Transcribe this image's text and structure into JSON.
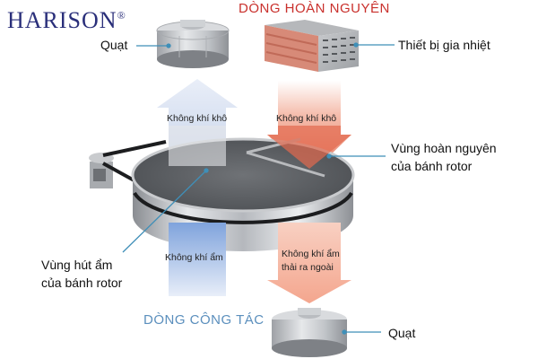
{
  "brand": {
    "logo_text": "HARISON",
    "registered": "®"
  },
  "titles": {
    "regeneration_flow": "DÒNG HOÀN NGUYÊN",
    "process_flow": "DÒNG CÔNG TÁC"
  },
  "labels": {
    "fan_top": "Quạt",
    "heater": "Thiết bị gia nhiệt",
    "regen_zone_line1": "Vùng hoàn nguyên",
    "regen_zone_line2": "của bánh rotor",
    "adsorption_zone_line1": "Vùng hút ẩm",
    "adsorption_zone_line2": "của bánh rotor",
    "fan_bottom": "Quạt"
  },
  "arrows": {
    "dry_air_out": "Không khí khô",
    "dry_air_in_regen": "Không khí khô",
    "humid_air_in": "Không khí ẩm",
    "humid_exhaust_line1": "Không khí ẩm",
    "humid_exhaust_line2": "thải ra ngoài"
  },
  "colors": {
    "brand": "#2a2f7a",
    "regen_title": "#c9302c",
    "process_title": "#5b8fbd",
    "leader_line": "#3f8fb8",
    "blue_arrow": "#8fb0e0",
    "red_arrow": "#e8735a"
  }
}
